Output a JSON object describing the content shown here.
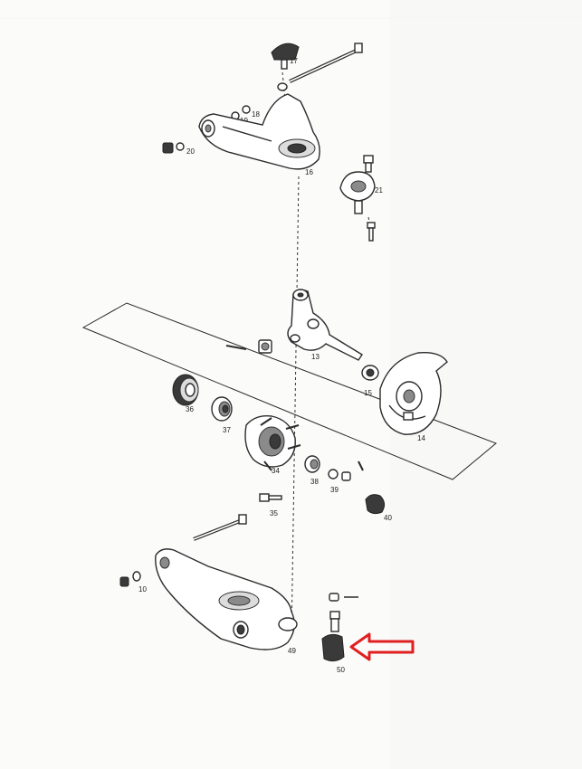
{
  "labels": {
    "l17": "17",
    "l20a": "20",
    "l18": "18",
    "l19": "19",
    "l20b": "20",
    "l16": "16",
    "l21": "21",
    "l13": "13",
    "l15": "15",
    "l14": "14",
    "l36": "36",
    "l37": "37",
    "l34": "34",
    "l38": "38",
    "l39": "39",
    "l40": "40",
    "l35": "35",
    "l10": "10",
    "l49": "49",
    "l50": "50"
  },
  "colors": {
    "ink": "#2b2b2b",
    "highlight_arrow": "#e02020",
    "paper": "#fbfbfa"
  },
  "icons": {
    "pointer": "red-outline-arrow-left"
  }
}
